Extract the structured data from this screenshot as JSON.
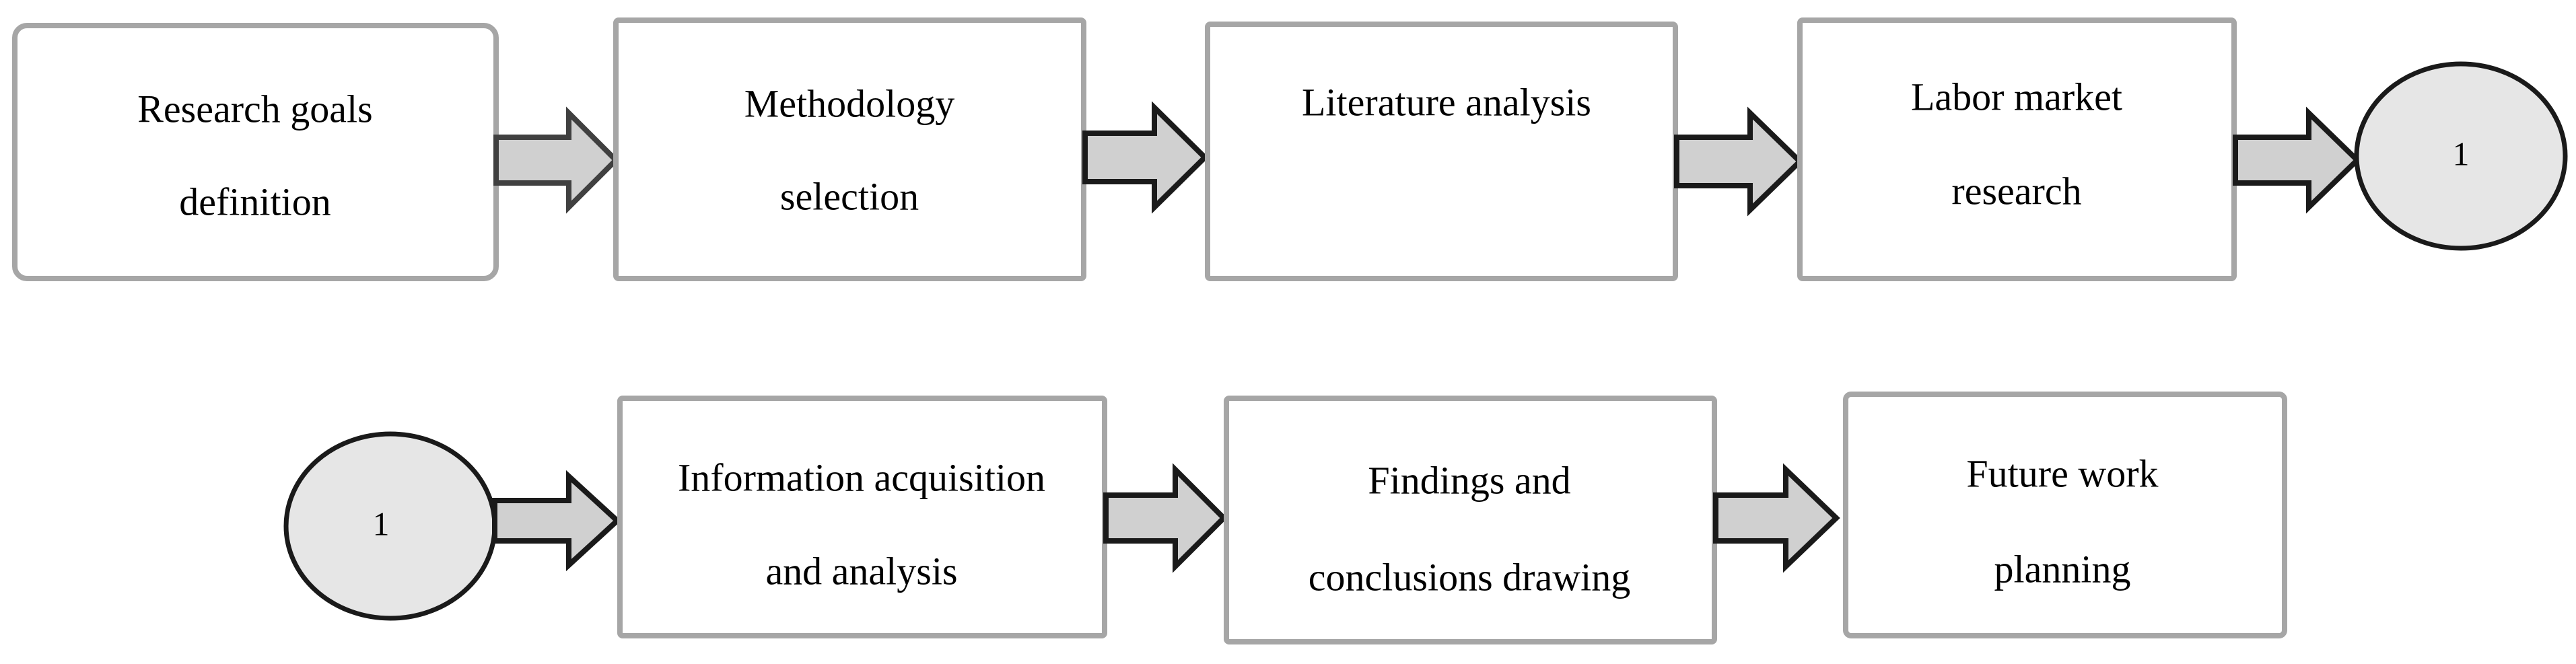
{
  "steps": [
    {
      "line1": "Research goals",
      "line2": "definition"
    },
    {
      "line1": "Methodology",
      "line2": "selection"
    },
    {
      "line1": "Literature analysis",
      "line2": ""
    },
    {
      "line1": "Labor market",
      "line2": "research"
    },
    {
      "line1": "Information acquisition",
      "line2": "and analysis"
    },
    {
      "line1": "Findings and",
      "line2": "conclusions drawing"
    },
    {
      "line1": "Future work",
      "line2": "planning"
    }
  ],
  "connector": {
    "out_label": "1",
    "in_label": "1"
  }
}
